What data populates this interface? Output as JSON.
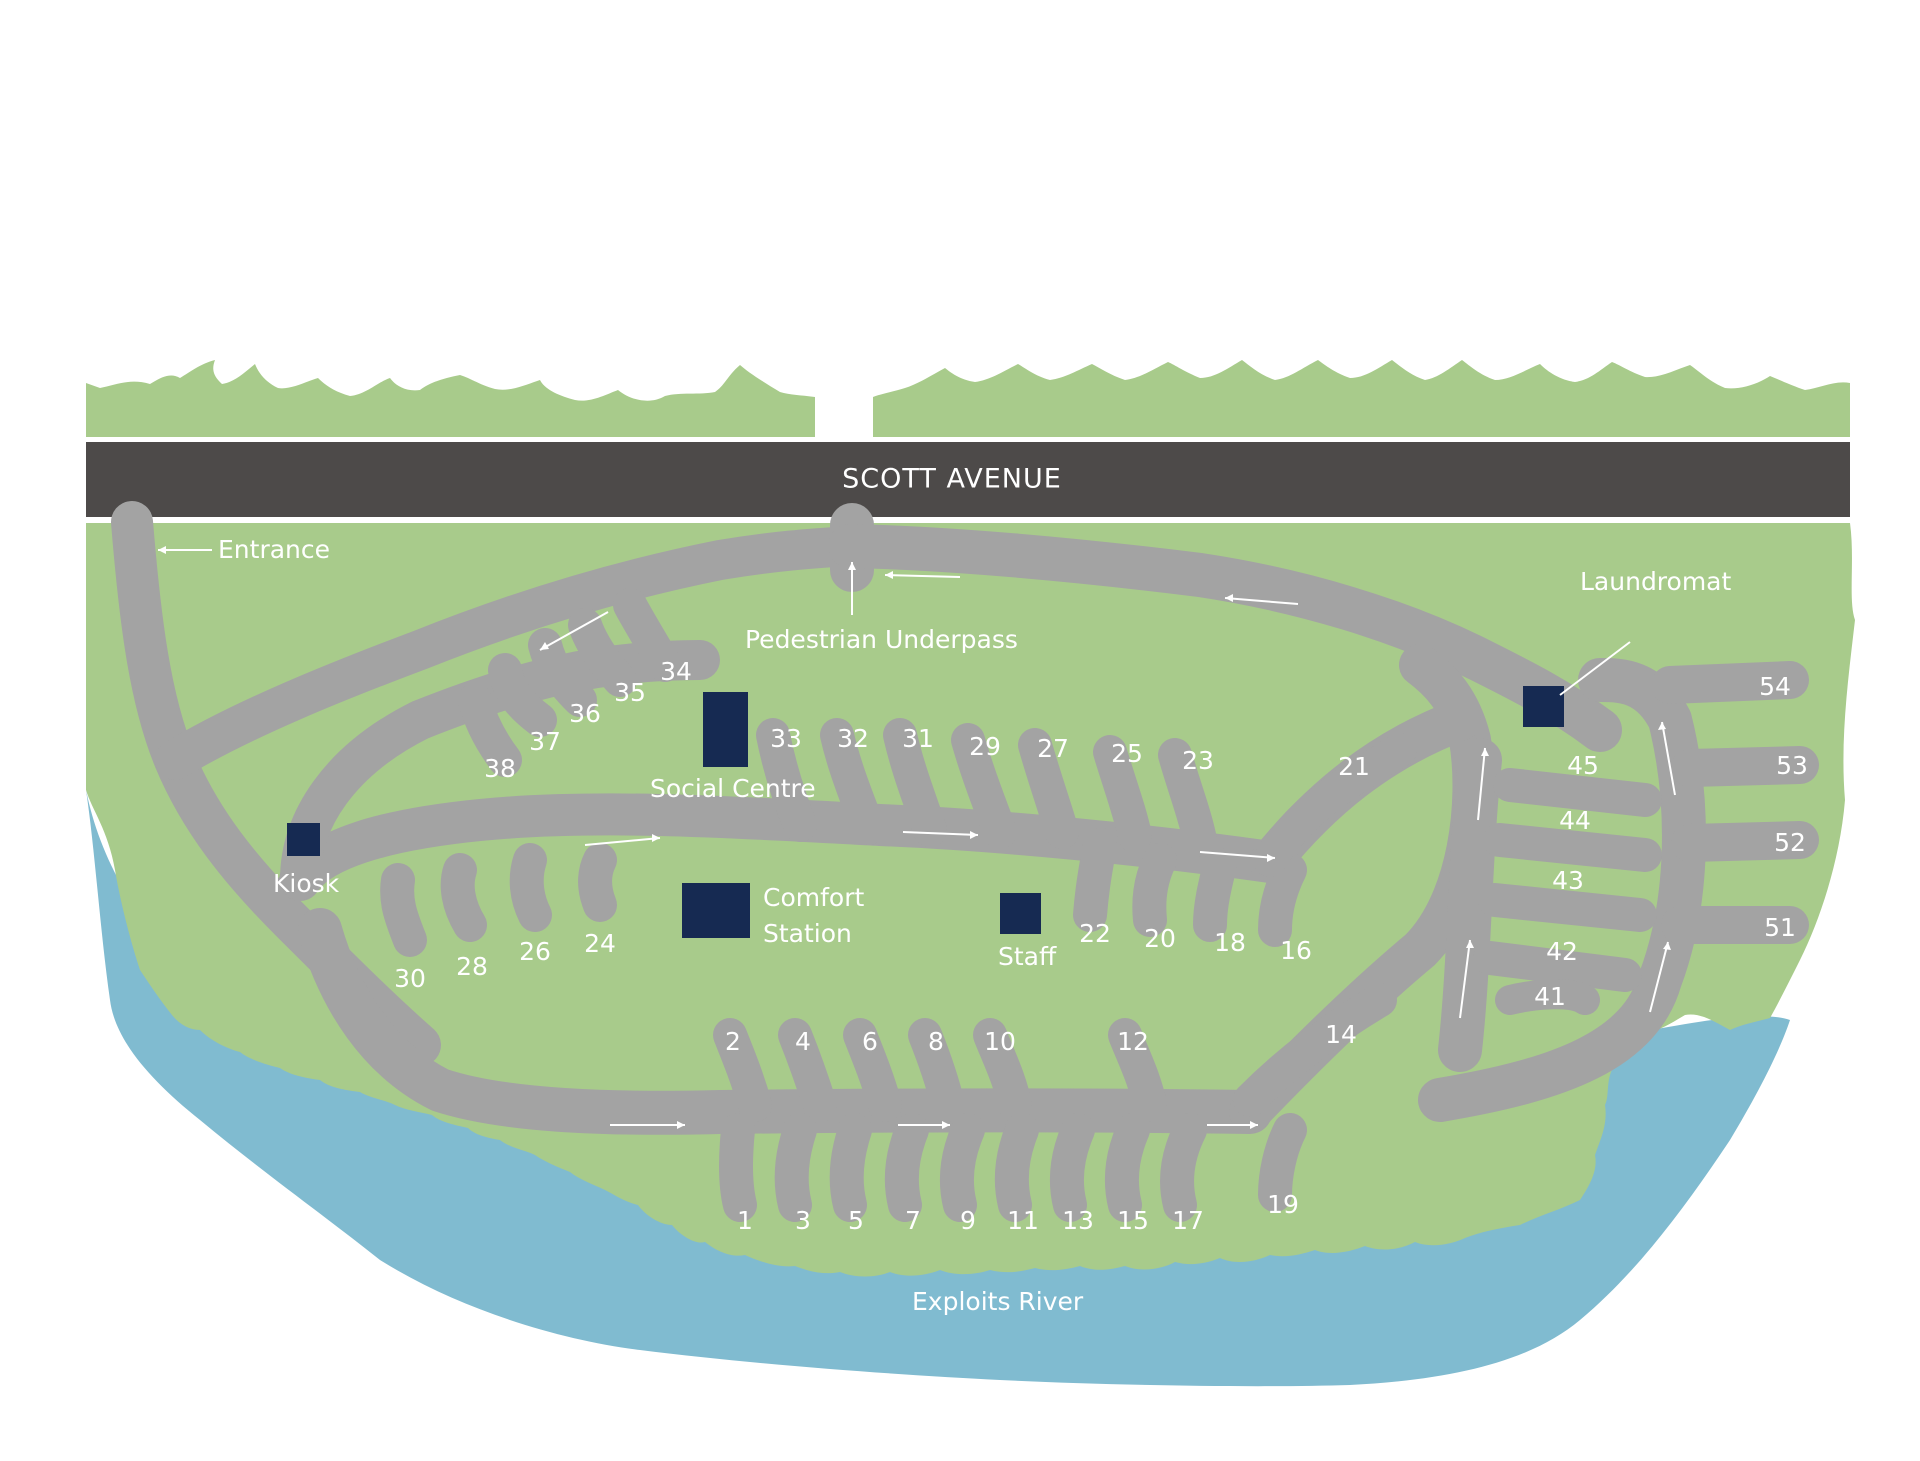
{
  "road": {
    "name": "SCOTT AVENUE"
  },
  "labels": {
    "entrance": "Entrance",
    "pedestrian_underpass": "Pedestrian Underpass",
    "laundromat": "Laundromat",
    "social_centre": "Social Centre",
    "kiosk": "Kiosk",
    "comfort_station_line1": "Comfort",
    "comfort_station_line2": "Station",
    "staff": "Staff",
    "river": "Exploits River"
  },
  "sites": [
    "1",
    "2",
    "3",
    "4",
    "5",
    "6",
    "7",
    "8",
    "9",
    "10",
    "11",
    "12",
    "13",
    "14",
    "15",
    "16",
    "17",
    "18",
    "19",
    "20",
    "21",
    "22",
    "23",
    "24",
    "25",
    "26",
    "27",
    "28",
    "29",
    "30",
    "31",
    "32",
    "33",
    "34",
    "35",
    "36",
    "37",
    "38",
    "41",
    "42",
    "43",
    "44",
    "45",
    "51",
    "52",
    "53",
    "54"
  ],
  "colors": {
    "grass": "#a8cb8b",
    "water": "#80bbd0",
    "road": "#a3a3a3",
    "avenue": "#4d4a49",
    "building": "#162a52",
    "text": "#ffffff"
  }
}
